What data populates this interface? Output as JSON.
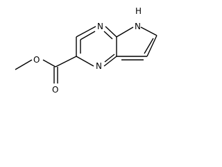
{
  "molecule": {
    "atoms": {
      "n_top": "N",
      "nh": "H",
      "nh_n": "N",
      "n_bottom": "N",
      "o_ester": "O",
      "o_carbonyl": "O"
    }
  }
}
